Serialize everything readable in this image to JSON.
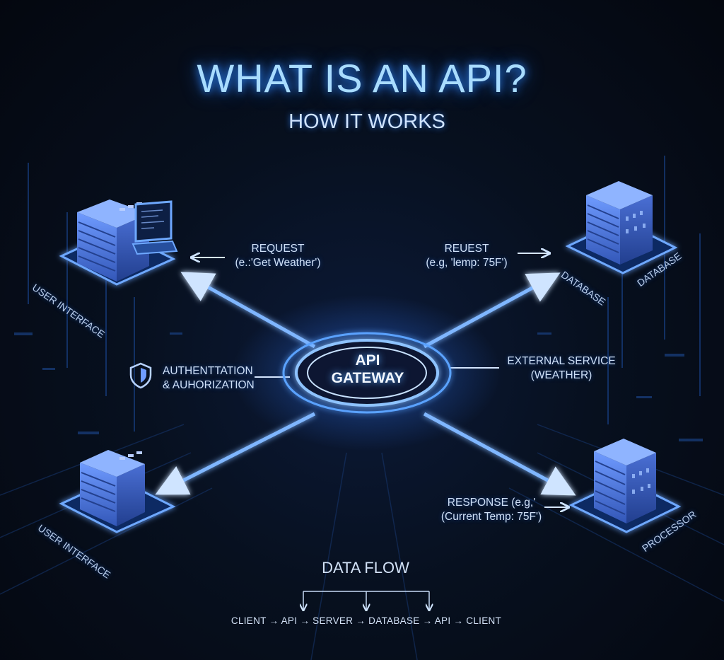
{
  "title": "WHAT IS AN API?",
  "subtitle": "HOW IT WORKS",
  "gateway": {
    "line1": "API",
    "line2": "GATEWAY"
  },
  "nodes": {
    "top_left": "USER INTERFACE",
    "bottom_left": "USER INTERFACE",
    "top_right_a": "DATABASE",
    "top_right_b": "DATABASE",
    "bottom_right": "PROCESSOR"
  },
  "labels": {
    "request_left_1": "REQUEST",
    "request_left_2": "(e.:'Get Weather')",
    "request_right_1": "REUEST",
    "request_right_2": "(e.g, 'lemp: 75F')",
    "auth_1": "AUTHENTTATION",
    "auth_2": "& AUHORIZATION",
    "external_1": "EXTERNAL SERVICE",
    "external_2": "(WEATHER)",
    "response_1": "RESPONSE (e.g,'",
    "response_2": "(Current Temp: 75F')"
  },
  "data_flow": {
    "title": "DATA FLOW",
    "sequence": "CLIENT → API → SERVER → DATABASE → API → CLIENT"
  },
  "icons": {
    "shield": "shield-icon",
    "building": "server-building-icon",
    "laptop": "laptop-icon"
  },
  "colors": {
    "background": "#060a14",
    "glow": "#3d8bff",
    "title": "#a9dcff",
    "building": "#4d7ed9"
  }
}
